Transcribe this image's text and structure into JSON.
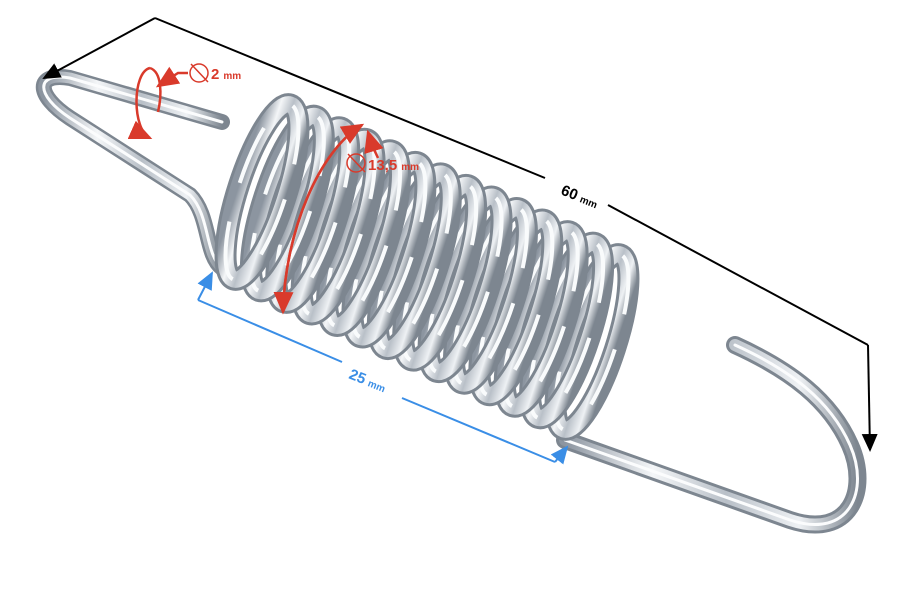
{
  "dimensions": {
    "total_length": {
      "value": "60",
      "unit": "mm"
    },
    "body_length": {
      "value": "25",
      "unit": "mm"
    },
    "wire_diameter": {
      "value": "2",
      "unit": "mm"
    },
    "outer_diameter": {
      "value": "13,5",
      "unit": "mm"
    }
  },
  "colors": {
    "total_length": "#000000",
    "body_length": "#3a8ee6",
    "diameters": "#d93a2b"
  },
  "spring": {
    "coil_count": 14
  }
}
